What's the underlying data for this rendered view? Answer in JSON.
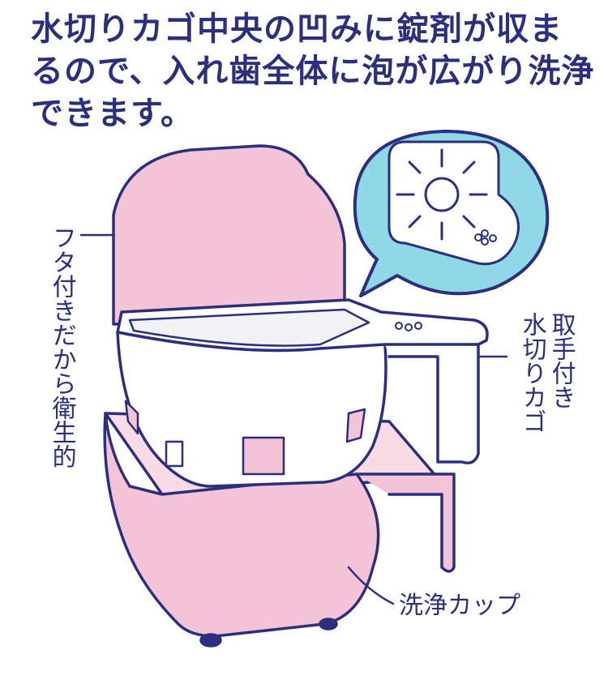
{
  "headline": {
    "line1": "水切りカゴ中央の凹みに錠剤が収ま",
    "line2": "るので、入れ歯全体に泡が広がり洗浄",
    "line3": "できます。"
  },
  "labels": {
    "lid": "フタ付きだから衛生的",
    "basket_col1": "取手付き",
    "basket_col2": "水切りカゴ",
    "cup": "洗浄カップ"
  },
  "colors": {
    "text": "#2c2f7f",
    "outline": "#2c2f7f",
    "pink": "#f3c4d6",
    "pink_light": "#f9dbe6",
    "cyan": "#8fd8e6",
    "white": "#ffffff",
    "basket_inner": "#f2f2f5"
  },
  "bubble": {
    "icon": "foam-bubbles-icon"
  }
}
